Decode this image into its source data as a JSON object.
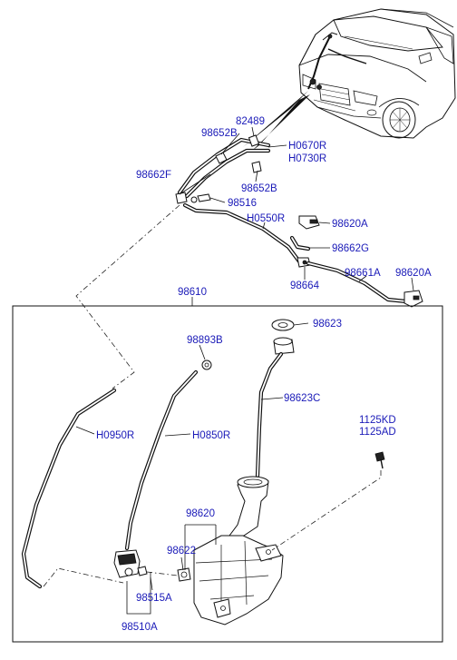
{
  "labels": {
    "p82489": "82489",
    "p98652B_top": "98652B",
    "pH0670R": "H0670R",
    "pH0730R": "H0730R",
    "p98662F": "98662F",
    "p98652B_mid": "98652B",
    "p98516": "98516",
    "pH0550R": "H0550R",
    "p98620A_upper": "98620A",
    "p98662G": "98662G",
    "p98664": "98664",
    "p98661A": "98661A",
    "p98620A_right": "98620A",
    "p98610": "98610",
    "p98623": "98623",
    "p98893B": "98893B",
    "p98623C": "98623C",
    "p1125KD": "1125KD",
    "p1125AD": "1125AD",
    "pH0950R": "H0950R",
    "pH0850R": "H0850R",
    "p98620": "98620",
    "p98622": "98622",
    "p98515A": "98515A",
    "p98510A": "98510A"
  },
  "colors": {
    "label": "#1a1ab8",
    "line": "#111111",
    "background": "#ffffff"
  }
}
